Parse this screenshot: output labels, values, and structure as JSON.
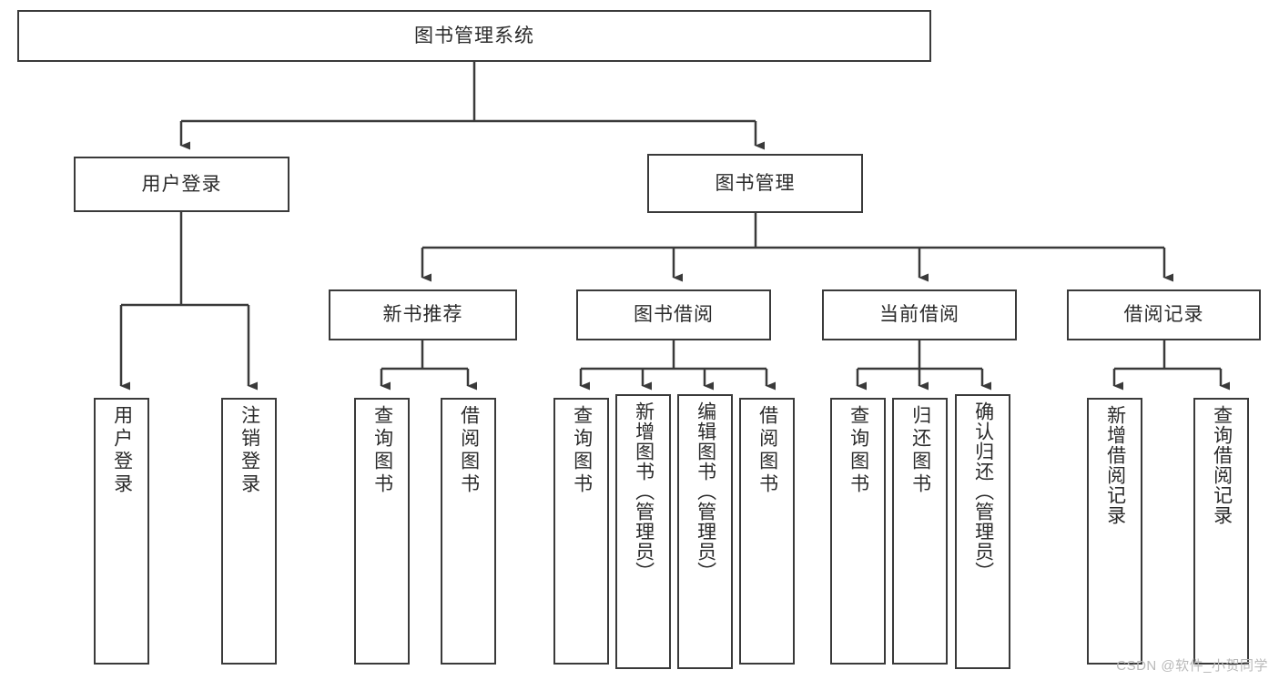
{
  "diagram": {
    "type": "tree",
    "title": "图书管理系统",
    "watermark": "CSDN @软件_小贺同学",
    "colors": {
      "box_border": "#3a3a3a",
      "box_fill": "#ffffff",
      "connector": "#3a3a3a",
      "text": "#2b2b2b",
      "watermark": "#b9b9b9",
      "background": "#ffffff"
    },
    "levels": {
      "root": "图书管理系统",
      "level1": [
        "用户登录",
        "图书管理"
      ],
      "level2": [
        "新书推荐",
        "图书借阅",
        "当前借阅",
        "借阅记录"
      ]
    },
    "nodes": {
      "root": {
        "label": "图书管理系统",
        "orientation": "horizontal"
      },
      "user_login": {
        "label": "用户登录",
        "orientation": "horizontal"
      },
      "book_manage": {
        "label": "图书管理",
        "orientation": "horizontal"
      },
      "new_book_rec": {
        "label": "新书推荐",
        "orientation": "horizontal"
      },
      "book_borrow": {
        "label": "图书借阅",
        "orientation": "horizontal"
      },
      "current_borrow": {
        "label": "当前借阅",
        "orientation": "horizontal"
      },
      "borrow_record": {
        "label": "借阅记录",
        "orientation": "horizontal"
      },
      "leaf_user_login": {
        "label": "用户登录",
        "orientation": "vertical"
      },
      "leaf_logout": {
        "label": "注销登录",
        "orientation": "vertical"
      },
      "leaf_query_book_1": {
        "label": "查询图书",
        "orientation": "vertical"
      },
      "leaf_borrow_book_1": {
        "label": "借阅图书",
        "orientation": "vertical"
      },
      "leaf_query_book_2": {
        "label": "查询图书",
        "orientation": "vertical"
      },
      "leaf_add_book": {
        "label": "新增图书（管理员）",
        "orientation": "vertical"
      },
      "leaf_edit_book": {
        "label": "编辑图书（管理员）",
        "orientation": "vertical"
      },
      "leaf_borrow_book_2": {
        "label": "借阅图书",
        "orientation": "vertical"
      },
      "leaf_query_book_3": {
        "label": "查询图书",
        "orientation": "vertical"
      },
      "leaf_return_book": {
        "label": "归还图书",
        "orientation": "vertical"
      },
      "leaf_confirm_return": {
        "label": "确认归还（管理员）",
        "orientation": "vertical"
      },
      "leaf_add_record": {
        "label": "新增借阅记录",
        "orientation": "vertical"
      },
      "leaf_query_record": {
        "label": "查询借阅记录",
        "orientation": "vertical"
      }
    },
    "edges": [
      {
        "from": "图书管理系统",
        "to": "用户登录"
      },
      {
        "from": "图书管理系统",
        "to": "图书管理"
      },
      {
        "from": "用户登录",
        "to": "用户登录"
      },
      {
        "from": "用户登录",
        "to": "注销登录"
      },
      {
        "from": "图书管理",
        "to": "新书推荐"
      },
      {
        "from": "图书管理",
        "to": "图书借阅"
      },
      {
        "from": "图书管理",
        "to": "当前借阅"
      },
      {
        "from": "图书管理",
        "to": "借阅记录"
      },
      {
        "from": "新书推荐",
        "to": "查询图书"
      },
      {
        "from": "新书推荐",
        "to": "借阅图书"
      },
      {
        "from": "图书借阅",
        "to": "查询图书"
      },
      {
        "from": "图书借阅",
        "to": "新增图书（管理员）"
      },
      {
        "from": "图书借阅",
        "to": "编辑图书（管理员）"
      },
      {
        "from": "图书借阅",
        "to": "借阅图书"
      },
      {
        "from": "当前借阅",
        "to": "查询图书"
      },
      {
        "from": "当前借阅",
        "to": "归还图书"
      },
      {
        "from": "当前借阅",
        "to": "确认归还（管理员）"
      },
      {
        "from": "借阅记录",
        "to": "新增借阅记录"
      },
      {
        "from": "借阅记录",
        "to": "查询借阅记录"
      }
    ]
  }
}
